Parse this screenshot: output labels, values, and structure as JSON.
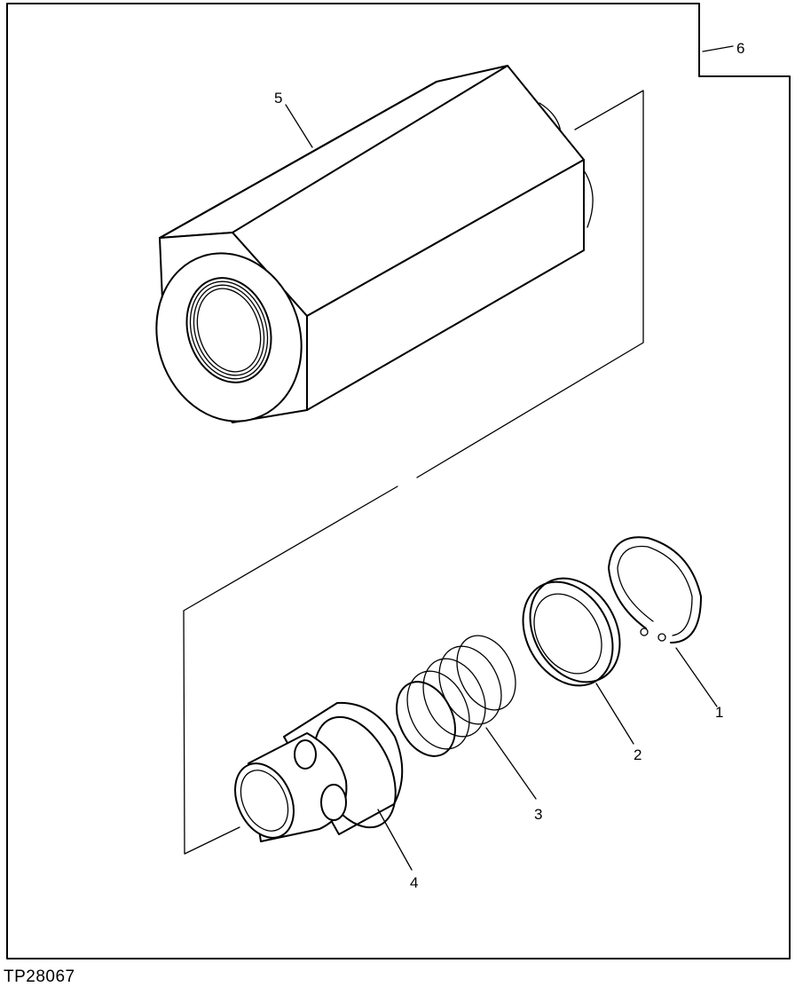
{
  "figure_id": "TP28067",
  "callouts": [
    {
      "number": "1",
      "part": "snap-ring"
    },
    {
      "number": "2",
      "part": "washer"
    },
    {
      "number": "3",
      "part": "spring"
    },
    {
      "number": "4",
      "part": "poppet"
    },
    {
      "number": "5",
      "part": "valve-body"
    },
    {
      "number": "6",
      "part": "check-valve-assembly"
    }
  ],
  "colors": {
    "line": "#000000",
    "background": "#ffffff"
  }
}
